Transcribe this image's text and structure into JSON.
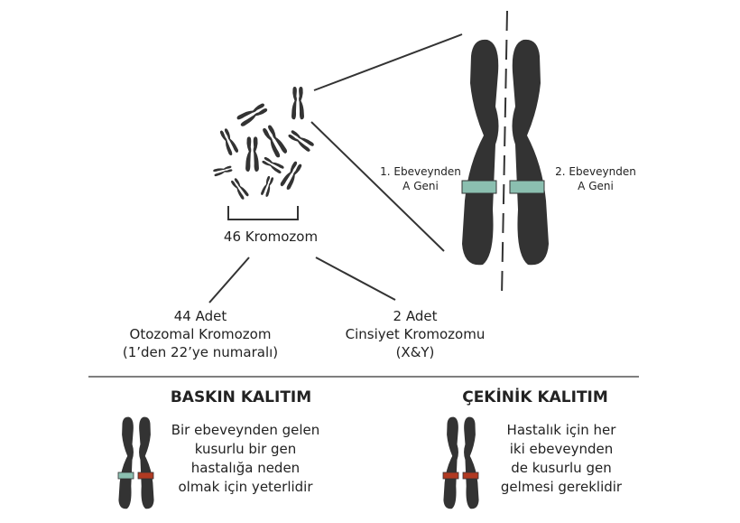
{
  "cluster_label": "46 Kromozom",
  "autosomal": {
    "line1": "44 Adet",
    "line2": "Otozomal Kromozom",
    "line3": "(1’den 22’ye numaralı)"
  },
  "sex": {
    "line1": "2 Adet",
    "line2": "Cinsiyet Kromozomu",
    "line3": "(X&Y)"
  },
  "gene_left": {
    "line1": "1. Ebeveynden",
    "line2": "A Geni"
  },
  "gene_right": {
    "line1": "2. Ebeveynden",
    "line2": "A Geni"
  },
  "dominant": {
    "title": "BASKIN KALITIM",
    "lines": [
      "Bir ebeveynden gelen",
      "kusurlu bir gen",
      "hastalığa neden",
      "olmak için yeterlidir"
    ]
  },
  "recessive": {
    "title": "ÇEKİNİK KALITIM",
    "lines": [
      "Hastalık için her",
      "iki ebeveynden",
      "de kusurlu gen",
      "gelmesi gereklidir"
    ]
  },
  "colors": {
    "chromosome": "#333333",
    "healthy_gene": "#8bbfb0",
    "defective_gene": "#b03a22"
  }
}
